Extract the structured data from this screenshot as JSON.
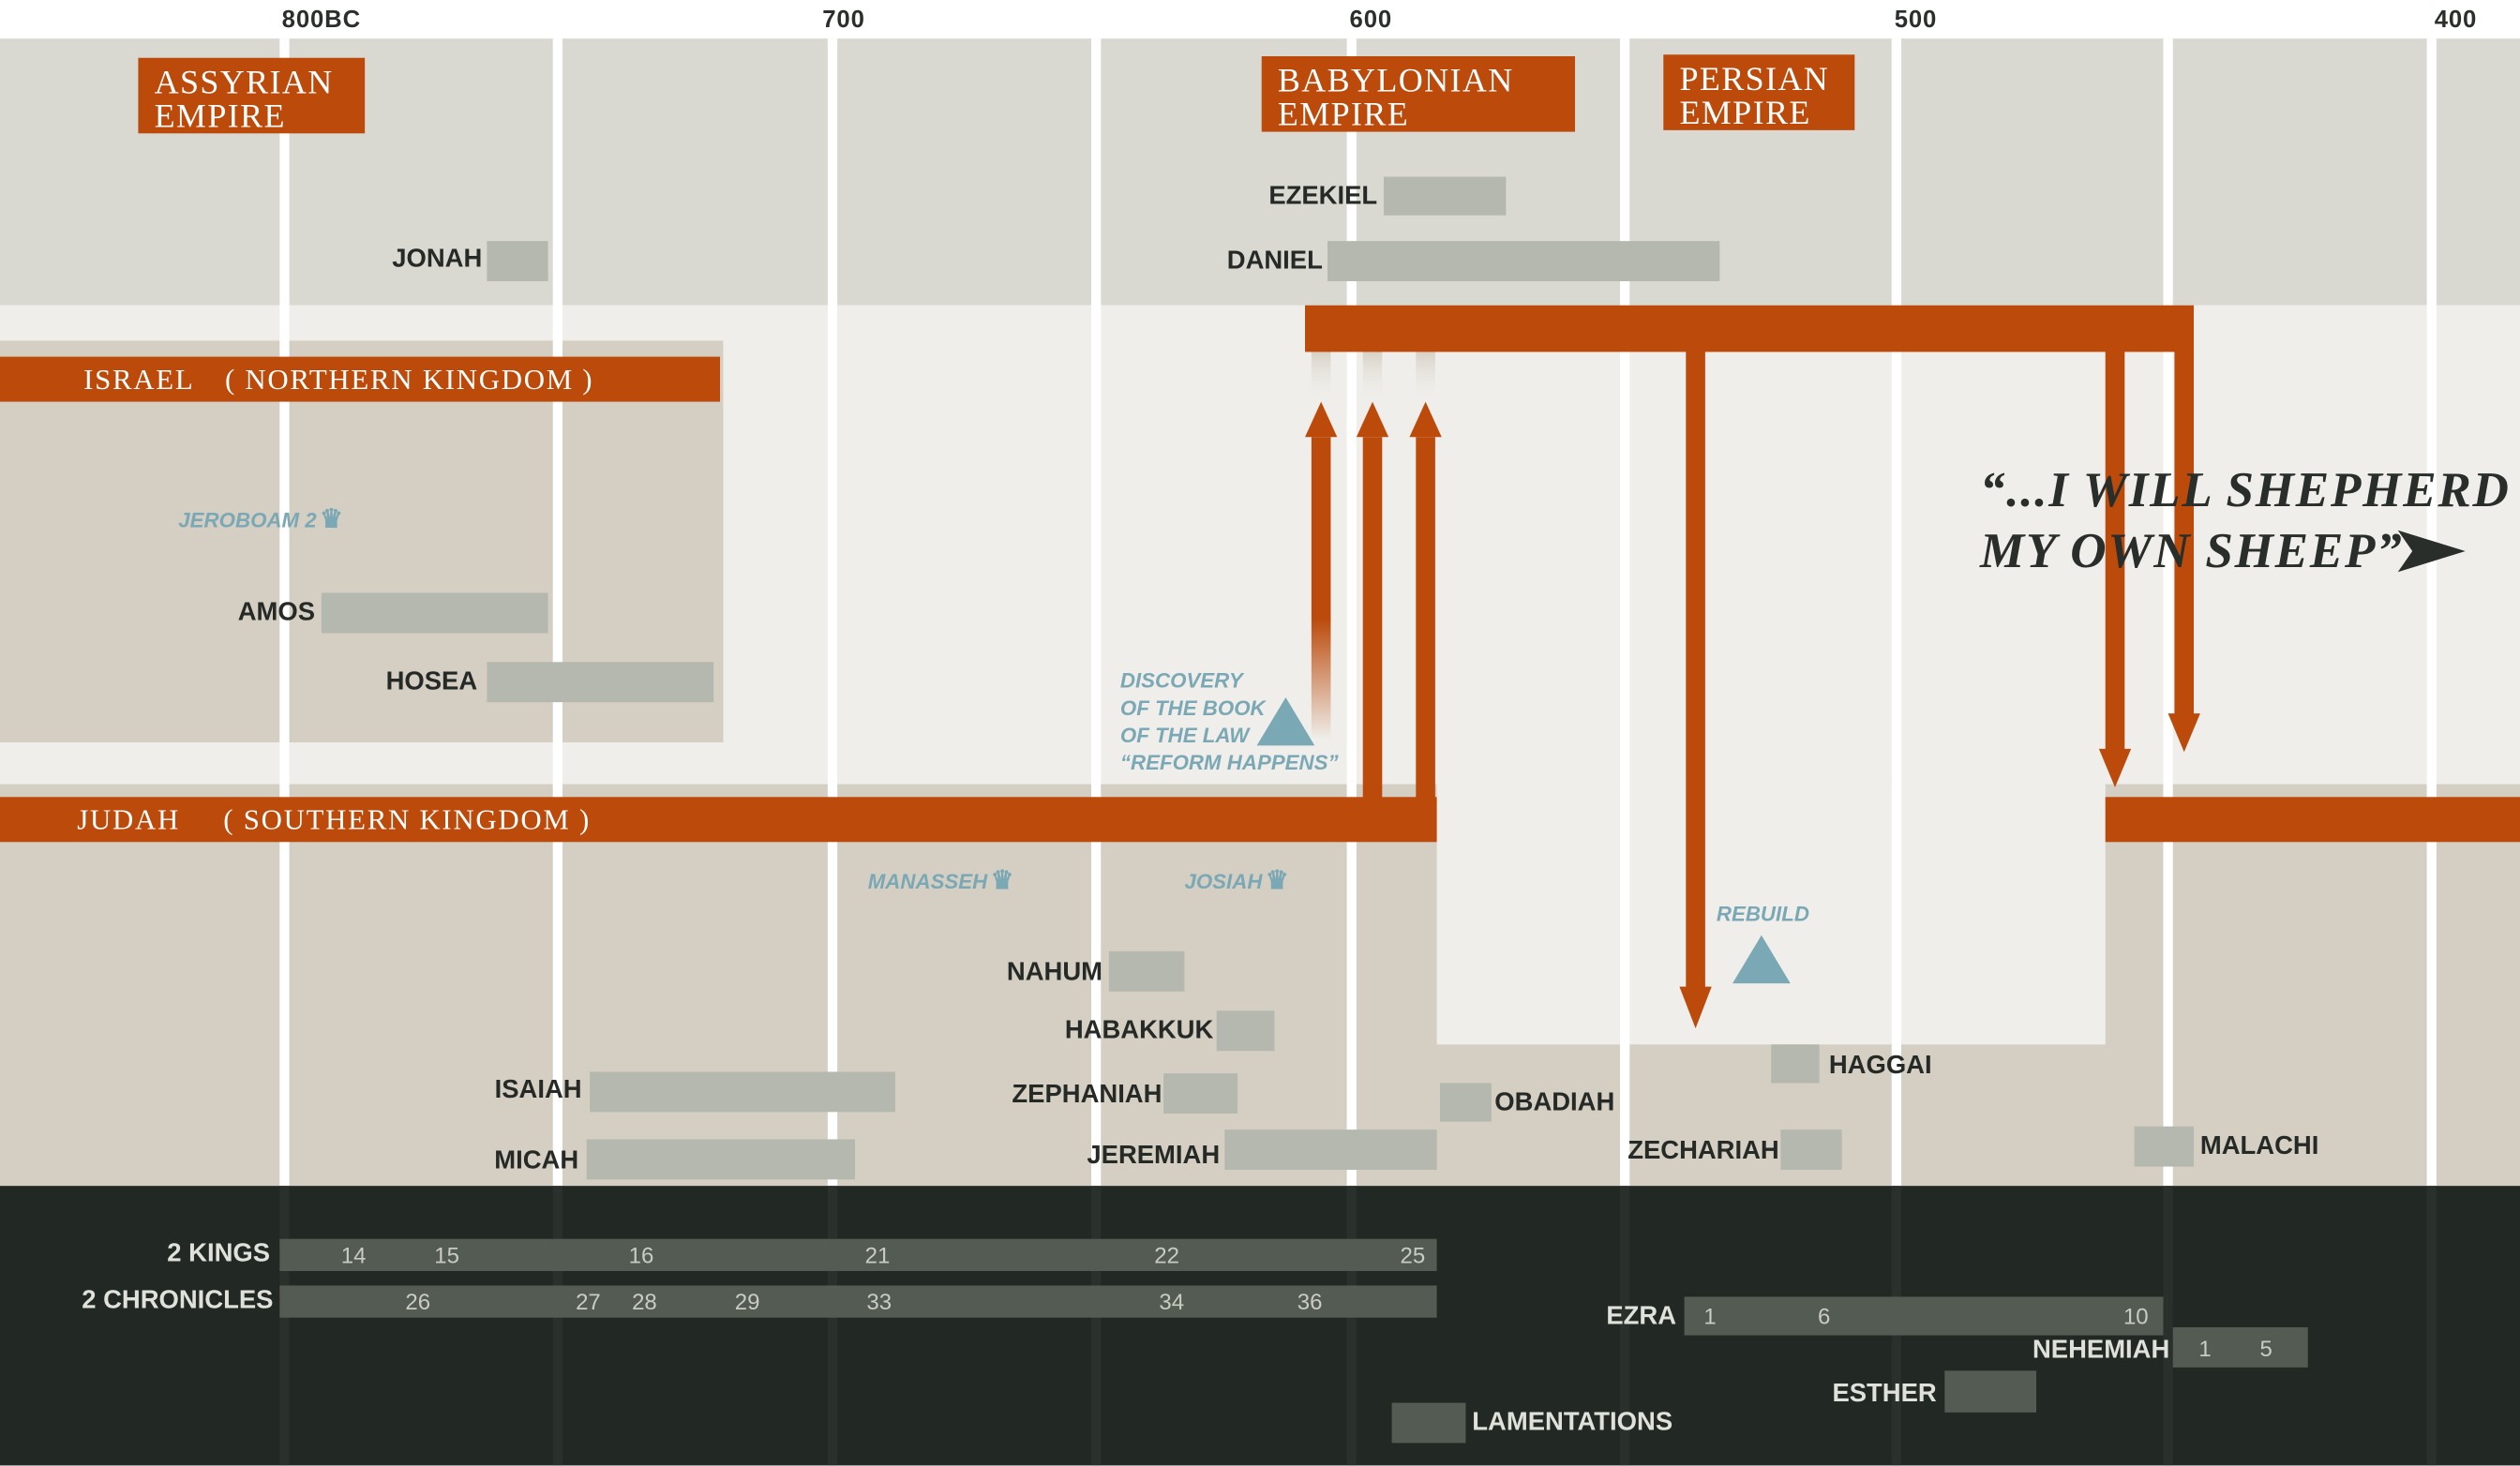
{
  "axis": {
    "years": [
      "800BC",
      "700",
      "600",
      "500",
      "400"
    ]
  },
  "empires": {
    "assyrian": [
      "ASSYRIAN",
      "EMPIRE"
    ],
    "babylonian": [
      "BABYLONIAN",
      "EMPIRE"
    ],
    "persian": [
      "PERSIAN",
      "EMPIRE"
    ]
  },
  "kingdoms": {
    "israel": {
      "name": "ISRAEL",
      "sub": "( NORTHERN KINGDOM )"
    },
    "judah": {
      "name": "JUDAH",
      "sub": "( SOUTHERN KINGDOM )"
    }
  },
  "kings": {
    "jeroboam": "JEROBOAM 2",
    "manasseh": "MANASSEH",
    "josiah": "JOSIAH"
  },
  "events": {
    "discovery": [
      "DISCOVERY",
      "OF THE BOOK",
      "OF THE LAW",
      "“REFORM HAPPENS”"
    ],
    "rebuild": "REBUILD"
  },
  "prophets": {
    "jonah": "JONAH",
    "ezekiel": "EZEKIEL",
    "daniel": "DANIEL",
    "amos": "AMOS",
    "hosea": "HOSEA",
    "nahum": "NAHUM",
    "habakkuk": "HABAKKUK",
    "zephaniah": "ZEPHANIAH",
    "jeremiah": "JEREMIAH",
    "isaiah": "ISAIAH",
    "micah": "MICAH",
    "obadiah": "OBADIAH",
    "haggai": "HAGGAI",
    "zechariah": "ZECHARIAH",
    "malachi": "MALACHI"
  },
  "quote": [
    "“...I WILL SHEPHERD",
    "MY OWN SHEEP”"
  ],
  "history_books": {
    "kings2": {
      "label": "2 KINGS",
      "chapters": [
        "14",
        "15",
        "16",
        "21",
        "22",
        "25"
      ]
    },
    "chronicles2": {
      "label": "2 CHRONICLES",
      "chapters": [
        "26",
        "27",
        "28",
        "29",
        "33",
        "34",
        "36"
      ]
    },
    "ezra": {
      "label": "EZRA",
      "chapters": [
        "1",
        "6",
        "10"
      ]
    },
    "nehemiah": {
      "label": "NEHEMIAH",
      "chapters": [
        "1",
        "5"
      ]
    },
    "esther": {
      "label": "ESTHER"
    },
    "lamentations": {
      "label": "LAMENTATIONS"
    }
  },
  "colors": {
    "accent": "#bb4a0b",
    "teal": "#7ba8b5",
    "dark": "#222823",
    "bar": "#b4b8ae"
  }
}
